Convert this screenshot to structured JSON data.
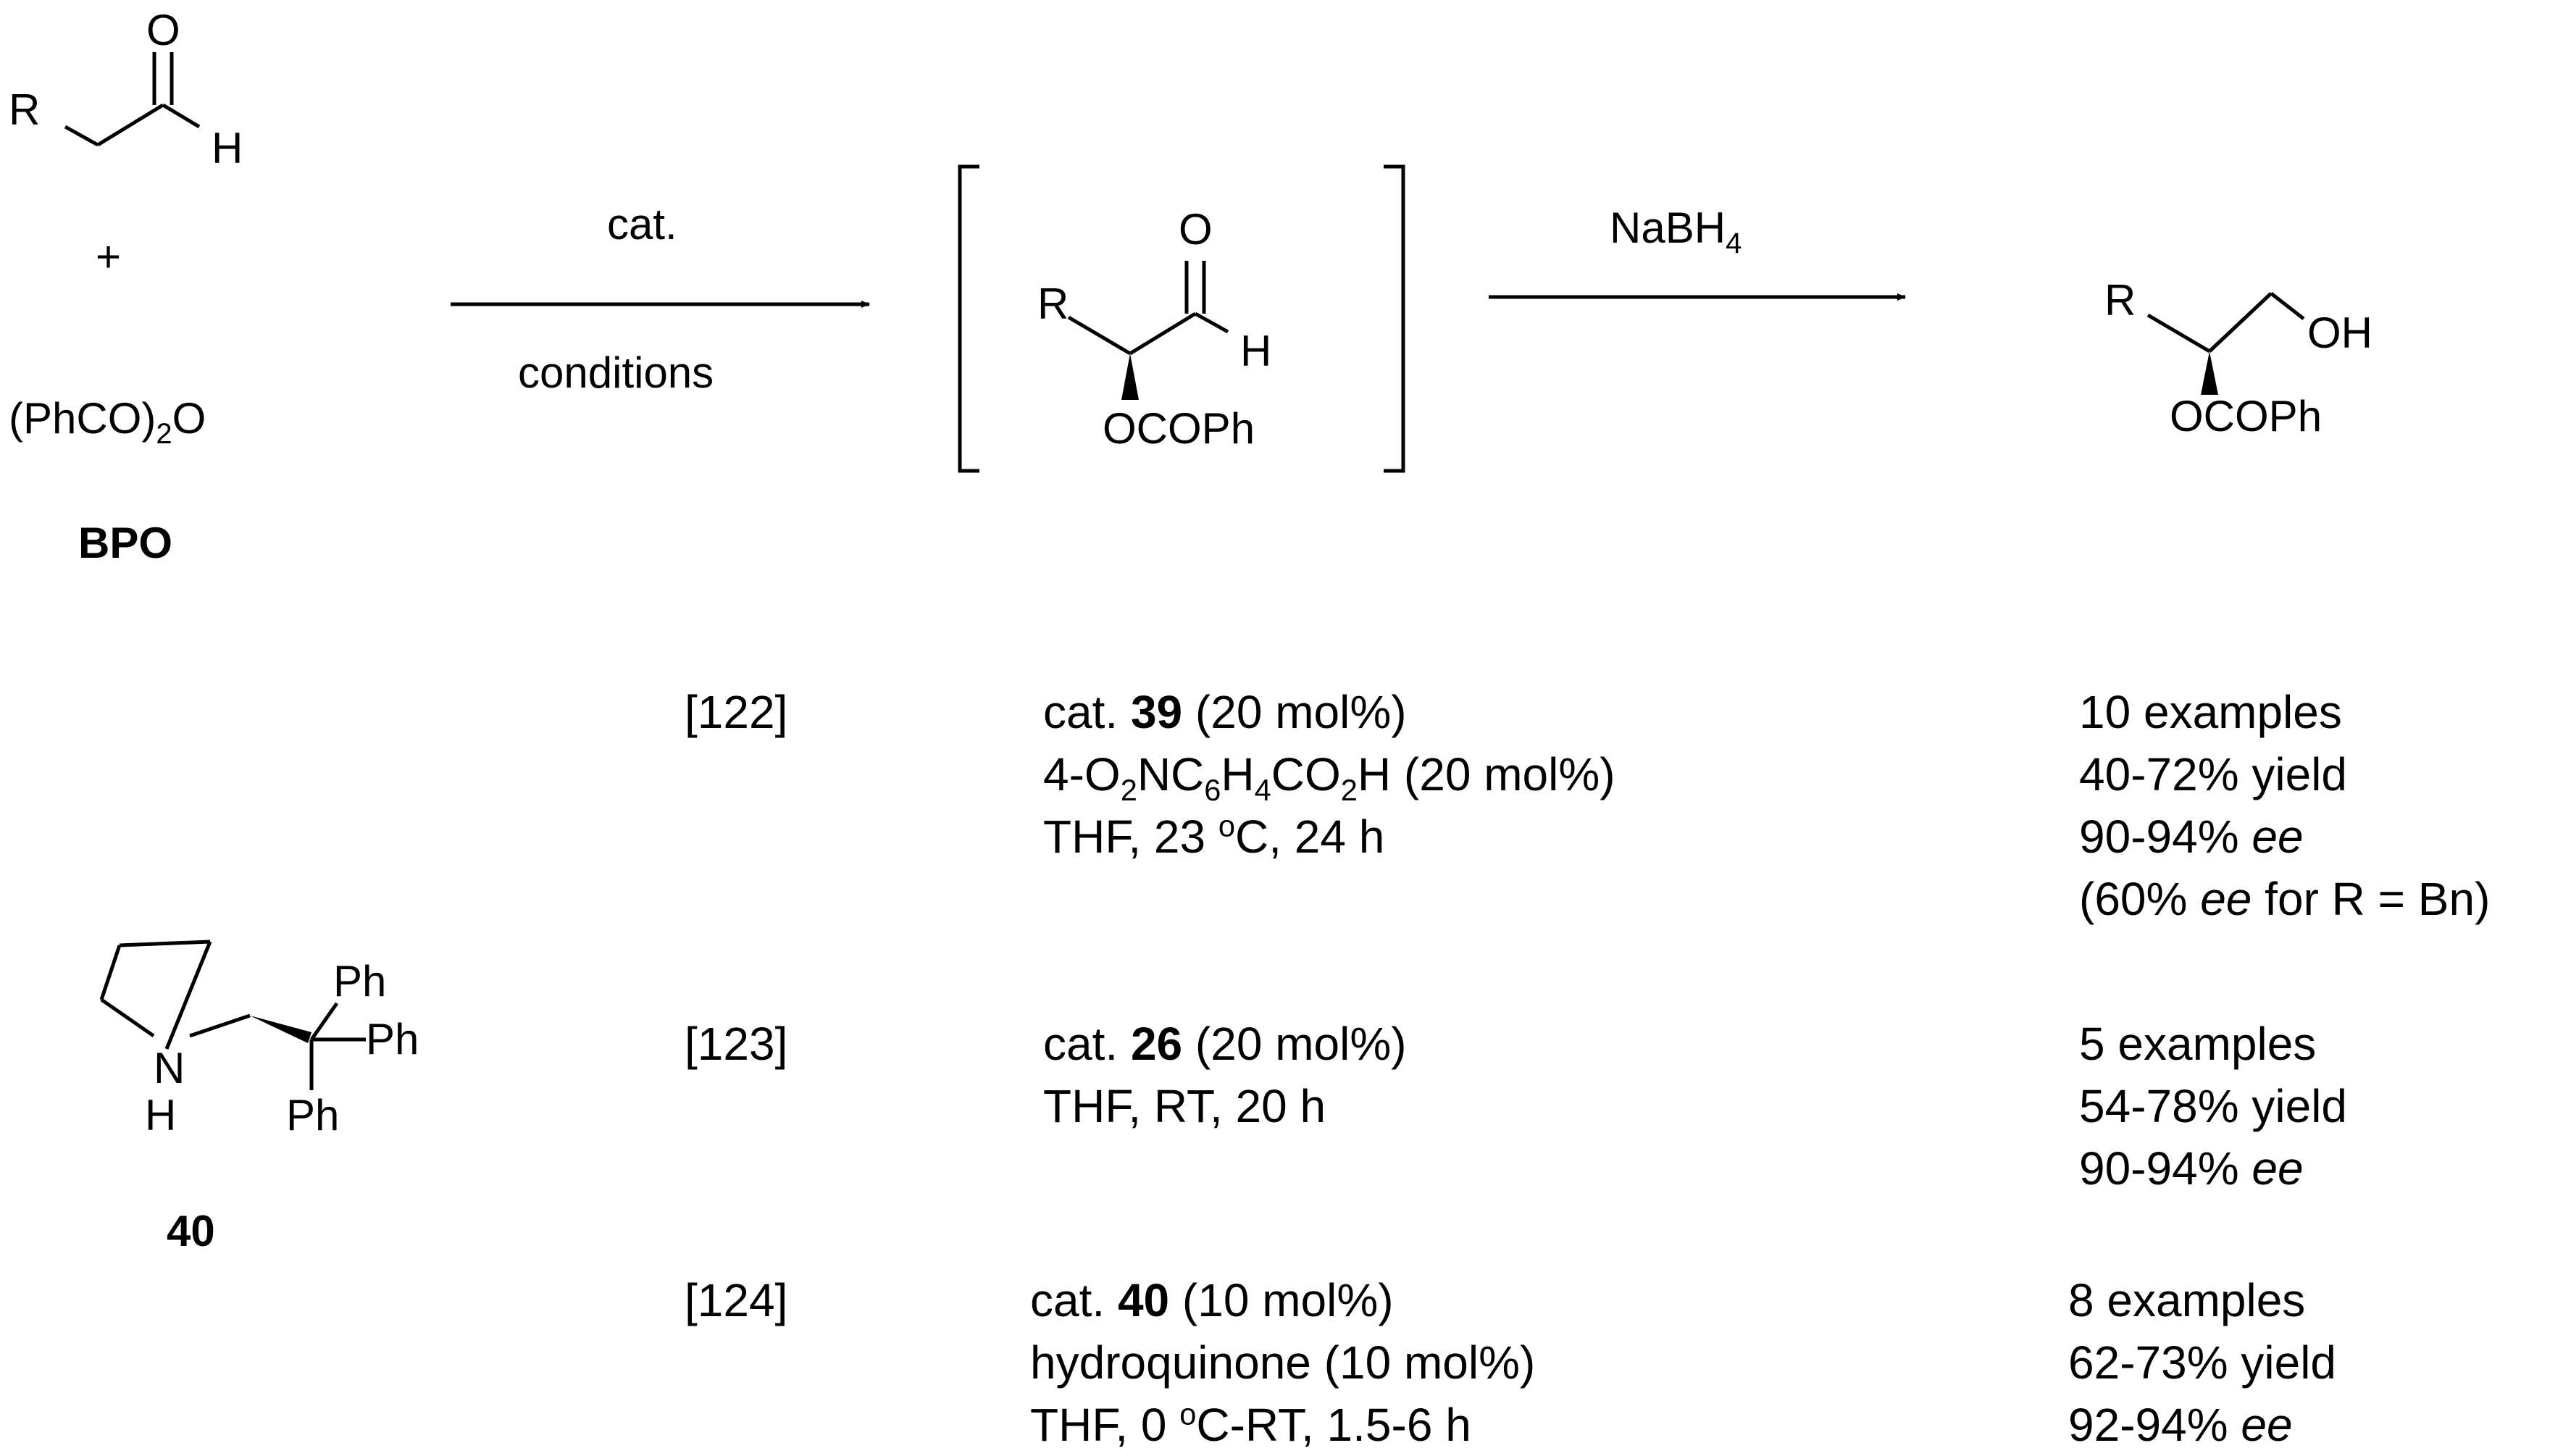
{
  "scheme": {
    "aldehyde": {
      "r": "R",
      "o": "O",
      "h": "H"
    },
    "plus": "+",
    "bpo_formula": {
      "pre": "(PhCO)",
      "sub": "2",
      "post": "O"
    },
    "bpo_label": "BPO",
    "arrow1": {
      "above": "cat.",
      "below": "conditions"
    },
    "intermediate": {
      "r": "R",
      "o": "O",
      "h": "H",
      "ester": "OCOPh"
    },
    "arrow2": {
      "reagent_pre": "NaBH",
      "reagent_sub": "4"
    },
    "product": {
      "r": "R",
      "oh": "OH",
      "ester": "OCOPh"
    },
    "catalyst40": {
      "ph1": "Ph",
      "ph2": "Ph",
      "ph3": "Ph",
      "n": "N",
      "h": "H",
      "label": "40"
    }
  },
  "rows": [
    {
      "ref": "[122]",
      "cond": {
        "l1_pre": "cat. ",
        "l1_bold": "39",
        "l1_post": " (20 mol%)",
        "l2_a": "4-O",
        "l2_s1": "2",
        "l2_b": "NC",
        "l2_s2": "6",
        "l2_c": "H",
        "l2_s3": "4",
        "l2_d": "CO",
        "l2_s4": "2",
        "l2_e": "H (20 mol%)",
        "l3_a": "THF, 23 ",
        "l3_sup": "o",
        "l3_b": "C, 24 h"
      },
      "results": {
        "r1": "10 examples",
        "r2": "40-72% yield",
        "r3_a": "90-94% ",
        "r3_i": "ee",
        "r4_a": "(60% ",
        "r4_i": "ee",
        "r4_b": " for R = Bn)"
      }
    },
    {
      "ref": "[123]",
      "cond": {
        "l1_pre": "cat. ",
        "l1_bold": "26",
        "l1_post": " (20 mol%)",
        "l2": "THF, RT, 20 h"
      },
      "results": {
        "r1": "5 examples",
        "r2": "54-78% yield",
        "r3_a": "90-94% ",
        "r3_i": "ee"
      }
    },
    {
      "ref": "[124]",
      "cond": {
        "l1_pre": "cat. ",
        "l1_bold": "40",
        "l1_post": " (10 mol%)",
        "l2": "hydroquinone (10 mol%)",
        "l3_a": "THF, 0 ",
        "l3_sup": "o",
        "l3_b": "C-RT, 1.5-6 h"
      },
      "results": {
        "r1": "8 examples",
        "r2": "62-73% yield",
        "r3_a": "92-94% ",
        "r3_i": "ee"
      }
    }
  ]
}
